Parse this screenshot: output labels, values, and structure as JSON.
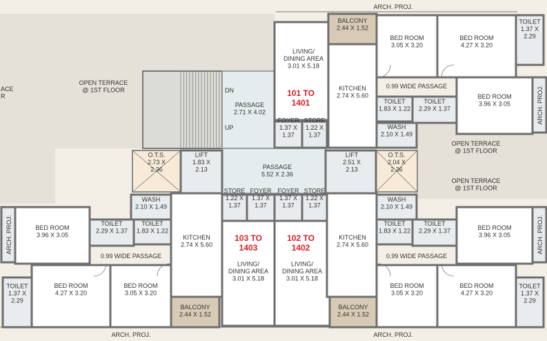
{
  "arch_proj": "ARCH. PROJ.",
  "units": {
    "u101": "101 TO\n1401",
    "u102": "102 TO\n1402",
    "u103": "103 TO\n1403"
  },
  "terrace": {
    "label": "OPEN TERRACE\n@ 1ST FLOOR",
    "edge": "ACE\nR"
  },
  "core": {
    "passage_top": "PASSAGE\n2.71 X 4.02",
    "dn": "DN",
    "up": "UP",
    "passage_mid": "PASSAGE\n5.52 X 2.36",
    "ots_left": "O.T.S.\n2.73 X\n2.36",
    "ots_right": "O.T.S.\n2.04 X\n2.36",
    "lift_left": "LIFT\n1.83 X\n2.13",
    "lift_right": "LIFT\n2.51 X\n2.13"
  },
  "rooms": {
    "balcony": "BALCONY\n2.44 X 1.52",
    "living": "LIVING/\nDINING AREA\n3.01 X 5.18",
    "kitchen": "KITCHEN\n2.74 X 5.60",
    "bed_305": "BED ROOM\n3.05 X 3.20",
    "bed_427": "BED ROOM\n4.27 X 3.20",
    "bed_396": "BED ROOM\n3.96 X 3.05",
    "toilet_137": "TOILET\n1.37 X\n2.29",
    "toilet_183": "TOILET\n1.83 X 1.22",
    "toilet_229": "TOILET\n2.29 X 1.37",
    "passage_099": "0.99 WIDE PASSAGE",
    "foyer": "FOYER\n1.37 X\n1.37",
    "store": "STORE\n1.22 X\n1.37",
    "wash": "WASH\n2.10 X 1.49"
  }
}
